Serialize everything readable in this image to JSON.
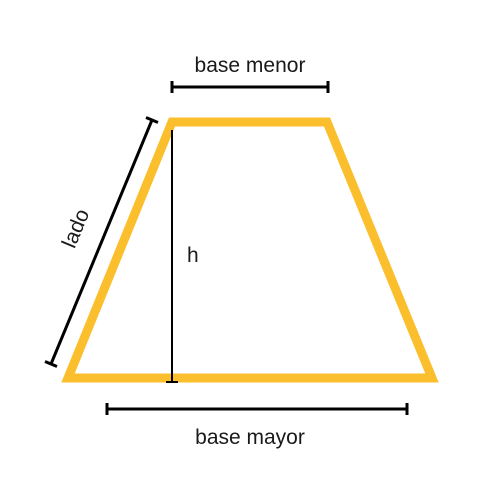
{
  "labels": {
    "base_menor": "base menor",
    "base_mayor": "base mayor",
    "lado": "lado",
    "altura": "h"
  },
  "colors": {
    "trapezoid_stroke": "#FBBF2D",
    "dimension_lines": "#000000",
    "text": "#1a1a1a"
  }
}
